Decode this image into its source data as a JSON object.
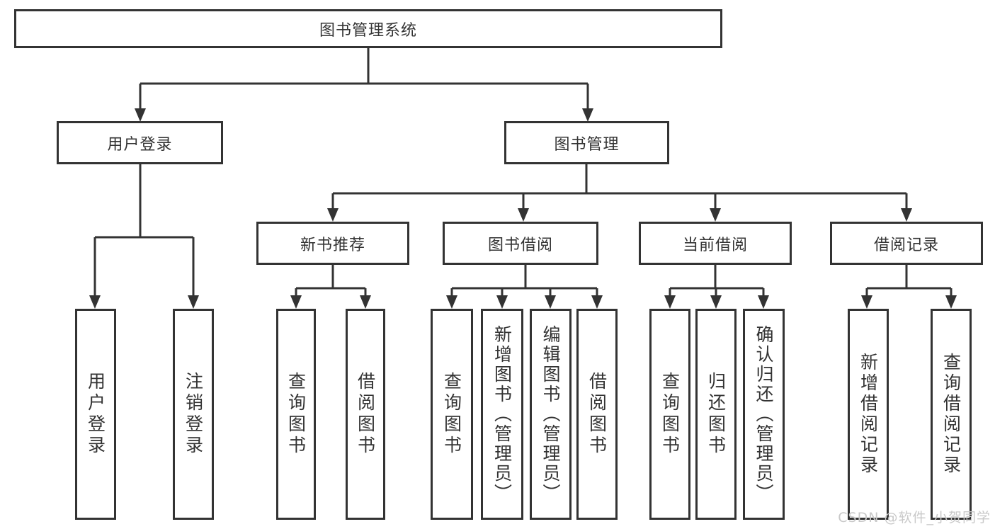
{
  "nodes": {
    "root": "图书管理系统",
    "user_login": "用户登录",
    "book_mgmt": "图书管理",
    "new_book_rec": "新书推荐",
    "book_borrow": "图书借阅",
    "current_borrow": "当前借阅",
    "borrow_record": "借阅记录",
    "leaf_user_login": "用户登录",
    "leaf_logout": "注销登录",
    "leaf_query_book_a": "查询图书",
    "leaf_borrow_book_a": "借阅图书",
    "leaf_query_book_b": "查询图书",
    "leaf_add_book": "新增图书（管理员）",
    "leaf_edit_book": "编辑图书（管理员）",
    "leaf_borrow_book_b": "借阅图书",
    "leaf_query_book_c": "查询图书",
    "leaf_return_book": "归还图书",
    "leaf_confirm_return": "确认归还（管理员）",
    "leaf_add_record": "新增借阅记录",
    "leaf_query_record": "查询借阅记录"
  },
  "hierarchy": {
    "图书管理系统": {
      "用户登录": [
        "用户登录",
        "注销登录"
      ],
      "图书管理": {
        "新书推荐": [
          "查询图书",
          "借阅图书"
        ],
        "图书借阅": [
          "查询图书",
          "新增图书（管理员）",
          "编辑图书（管理员）",
          "借阅图书"
        ],
        "当前借阅": [
          "查询图书",
          "归还图书",
          "确认归还（管理员）"
        ],
        "借阅记录": [
          "新增借阅记录",
          "查询借阅记录"
        ]
      }
    }
  },
  "watermark": "CSDN @软件_小贺同学",
  "colors": {
    "line": "#333333",
    "box_border": "#333333",
    "text": "#333333",
    "watermark_text": "#c9c9c9",
    "background": "#ffffff"
  }
}
